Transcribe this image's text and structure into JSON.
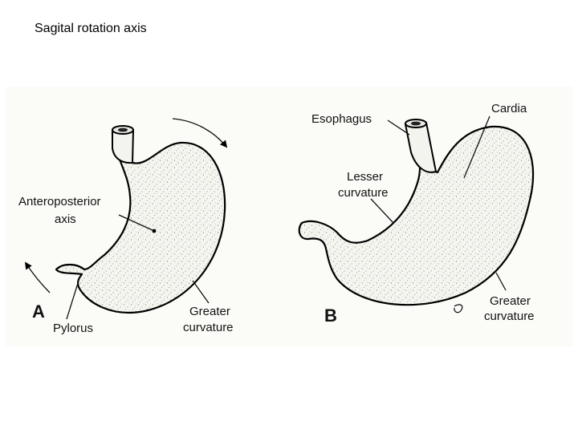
{
  "title": "Sagital rotation axis",
  "figure": {
    "panel_a": {
      "letter": "A",
      "labels": {
        "axis_line1": "Anteroposterior",
        "axis_line2": "axis",
        "pylorus": "Pylorus",
        "greater_line1": "Greater",
        "greater_line2": "curvature"
      }
    },
    "panel_b": {
      "letter": "B",
      "labels": {
        "esophagus": "Esophagus",
        "cardia": "Cardia",
        "lesser_line1": "Lesser",
        "lesser_line2": "curvature",
        "greater_line1": "Greater",
        "greater_line2": "curvature"
      }
    }
  },
  "colors": {
    "ink": "#111111",
    "panel_bg": "#fbfbf8"
  },
  "icons": [
    "rotation-arrow-icon"
  ]
}
